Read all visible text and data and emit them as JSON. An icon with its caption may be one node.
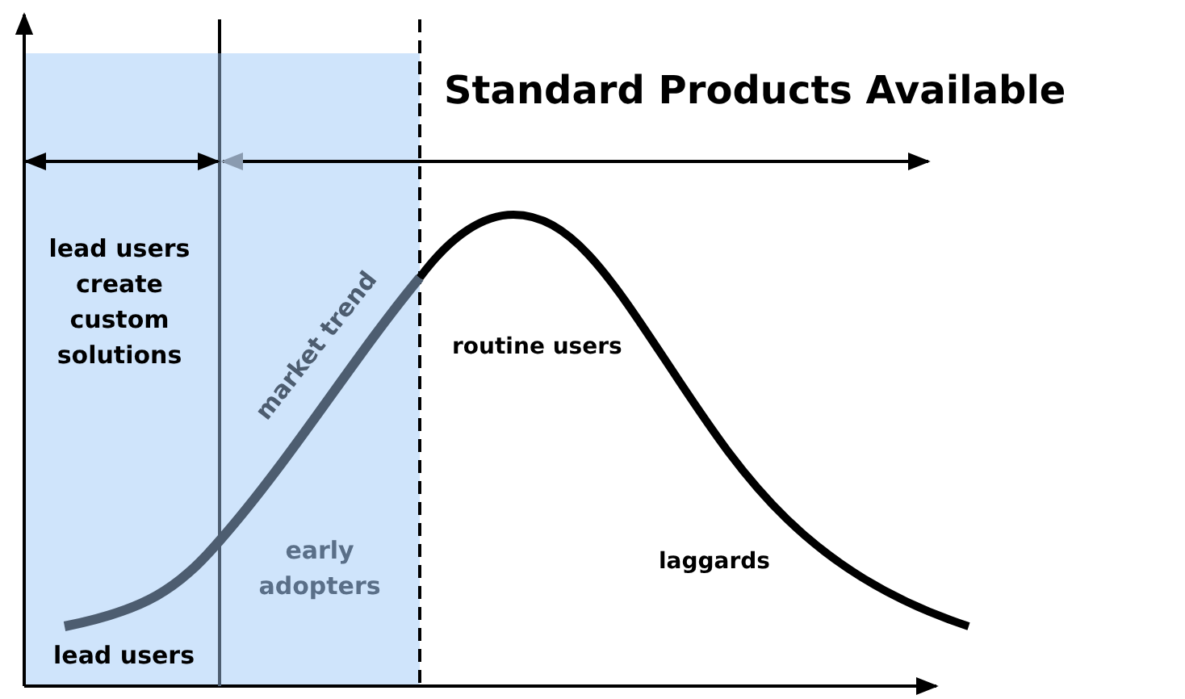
{
  "diagram": {
    "labels": [
      "Standard Products Available",
      "lead users create custom solutions",
      "market trend",
      "routine users",
      "early adopters",
      "laggards",
      "lead users"
    ]
  }
}
